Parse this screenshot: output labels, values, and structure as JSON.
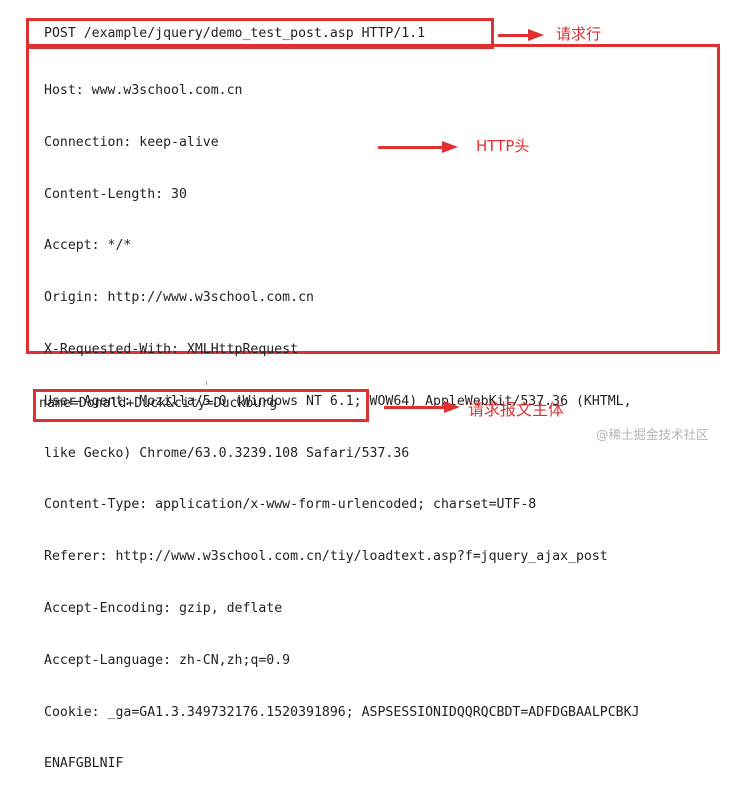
{
  "request_line": "POST /example/jquery/demo_test_post.asp HTTP/1.1",
  "headers": [
    "Host: www.w3school.com.cn",
    "Connection: keep-alive",
    "Content-Length: 30",
    "Accept: */*",
    "Origin: http://www.w3school.com.cn",
    "X-Requested-With: XMLHttpRequest",
    "User-Agent: Mozilla/5.0 (Windows NT 6.1; WOW64) AppleWebKit/537.36 (KHTML,",
    "like Gecko) Chrome/63.0.3239.108 Safari/537.36",
    "Content-Type: application/x-www-form-urlencoded; charset=UTF-8",
    "Referer: http://www.w3school.com.cn/tiy/loadtext.asp?f=jquery_ajax_post",
    "Accept-Encoding: gzip, deflate",
    "Accept-Language: zh-CN,zh;q=0.9",
    "Cookie: _ga=GA1.3.349732176.1520391896; ASPSESSIONIDQQRQCBDT=ADFDGBAALPCBKJ",
    "ENAFGBLNIF"
  ],
  "request_body": "name=Donald+Duck&city=Duckburg",
  "labels": {
    "request_line": "请求行",
    "headers": "HTTP头",
    "body": "请求报文主体"
  },
  "watermark": "@稀土掘金技术社区",
  "colors": {
    "annotation": "#e03030",
    "text": "#222222",
    "watermark": "#b5b5b5"
  }
}
